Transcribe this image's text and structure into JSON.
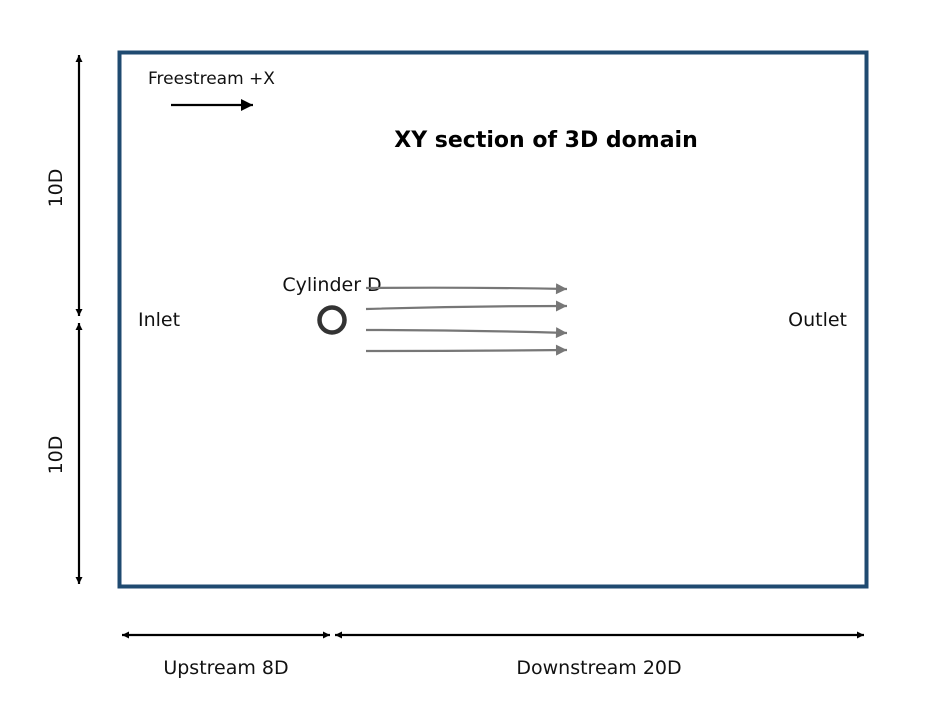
{
  "title": "XY section of 3D domain",
  "freestream_label": "Freestream +X",
  "inlet_label": "Inlet",
  "outlet_label": "Outlet",
  "cylinder_label": "Cylinder D",
  "dimensions": {
    "upper_height": "10D",
    "lower_height": "10D",
    "upstream": "Upstream 8D",
    "downstream": "Downstream 20D"
  },
  "colors": {
    "domain_border": "#1f4a70",
    "cylinder": "#333333",
    "flow_arrows": "#777777",
    "dimension_lines": "#000000"
  }
}
